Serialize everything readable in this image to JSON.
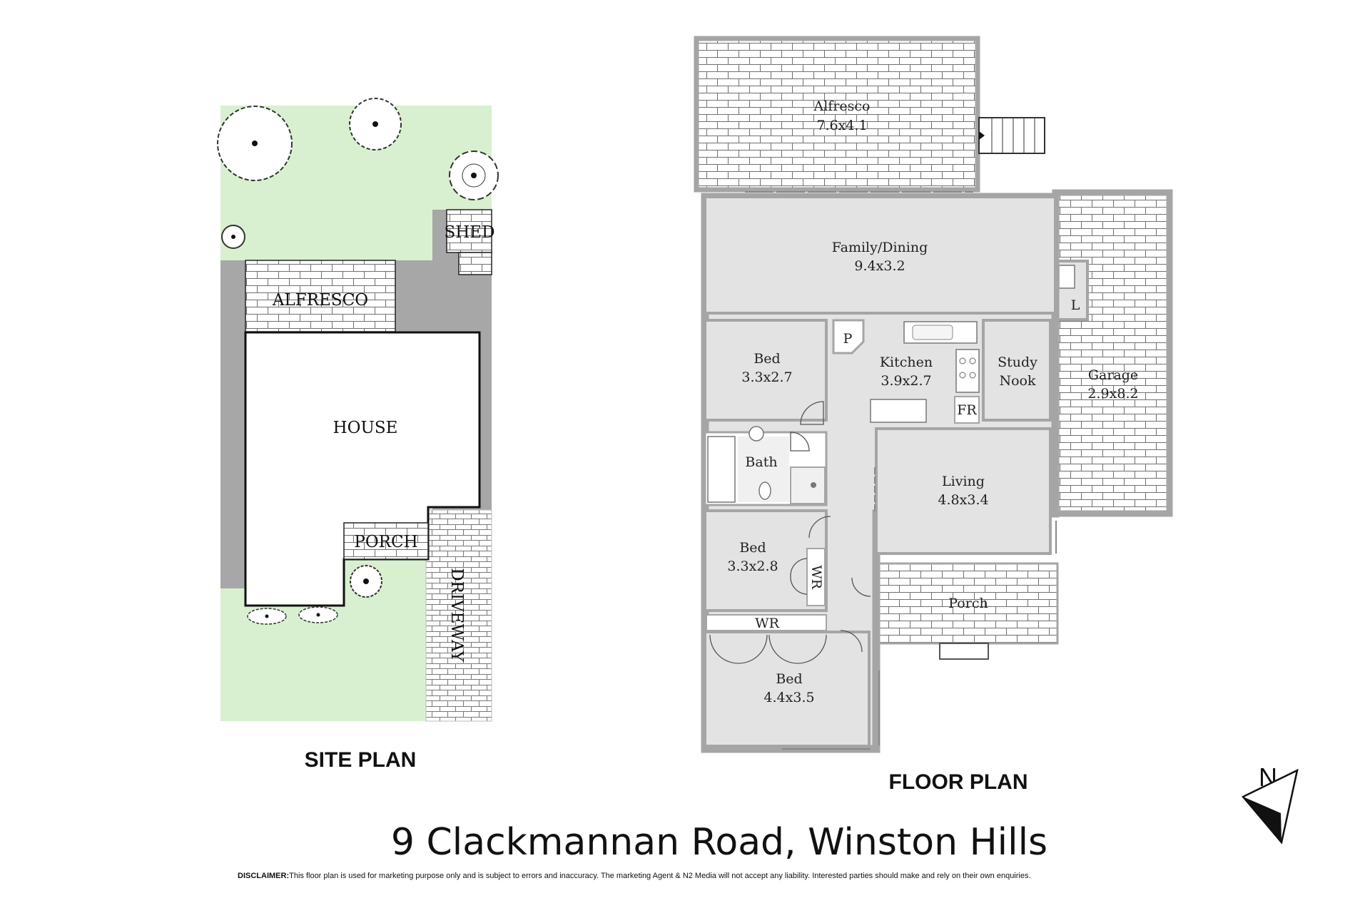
{
  "site_plan": {
    "heading": "SITE PLAN",
    "labels": {
      "shed": "SHED",
      "alfresco": "ALFRESCO",
      "house": "HOUSE",
      "porch": "PORCH",
      "driveway": "DRIVEWAY"
    }
  },
  "floor_plan": {
    "heading": "FLOOR PLAN",
    "rooms": {
      "alfresco": {
        "name": "Alfresco",
        "size": "7.6x4.1"
      },
      "family_dining": {
        "name": "Family/Dining",
        "size": "9.4x3.2"
      },
      "garage": {
        "name": "Garage",
        "size": "2.9x8.2"
      },
      "laundry": {
        "name": "L"
      },
      "bed1": {
        "name": "Bed",
        "size": "3.3x2.7"
      },
      "pantry": {
        "name": "P"
      },
      "kitchen": {
        "name": "Kitchen",
        "size": "3.9x2.7"
      },
      "study": {
        "name": "Study",
        "name2": "Nook"
      },
      "fridge": {
        "name": "FR"
      },
      "bath": {
        "name": "Bath"
      },
      "living": {
        "name": "Living",
        "size": "4.8x3.4"
      },
      "bed2": {
        "name": "Bed",
        "size": "3.3x2.8"
      },
      "wr1": {
        "name": "WR"
      },
      "porch": {
        "name": "Porch"
      },
      "wr2": {
        "name": "WR"
      },
      "bed3": {
        "name": "Bed",
        "size": "4.4x3.5"
      }
    }
  },
  "compass": {
    "label": "N"
  },
  "address": "9 Clackmannan Road, Winston Hills",
  "disclaimer": {
    "label": "DISCLAIMER:",
    "text": "This floor plan is used for marketing purpose only and is subject to errors and inaccuracy. The marketing Agent & N2 Media will not accept any liability. Interested parties should make and rely on their own enquiries."
  },
  "colors": {
    "lawn": "#d8f0cf",
    "path": "#a7a7a7",
    "room": "#e3e3e3",
    "wall": "#a5a5a5"
  }
}
